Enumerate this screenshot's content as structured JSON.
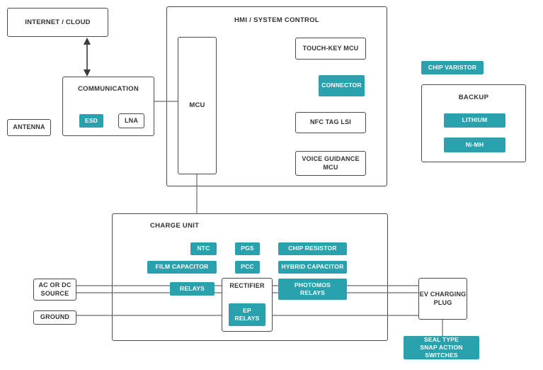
{
  "colors": {
    "teal": "#2AA2AE",
    "box_border": "#4a4a4a",
    "connector_line": "#6b6b6b",
    "text": "#333333"
  },
  "labels": {
    "internet_cloud": "INTERNET / CLOUD",
    "communication": "COMMUNICATION",
    "esd": "ESD",
    "lna": "LNA",
    "antenna": "ANTENNA",
    "hmi_system_control": "HMI / SYSTEM CONTROL",
    "mcu": "MCU",
    "touch_key_mcu": "TOUCH-KEY MCU",
    "connector": "CONNECTOR",
    "nfc_tag_lsi": "NFC TAG LSI",
    "voice_guidance_mcu": "VOICE GUIDANCE\nMCU",
    "chip_varistor": "CHIP VARISTOR",
    "backup": "BACKUP",
    "lithium": "LITHIUM",
    "ni_mh": "Ni-MH",
    "charge_unit": "CHARGE UNIT",
    "ntc": "NTC",
    "pgs": "PGS",
    "chip_resistor": "CHIP RESISTOR",
    "film_capacitor": "FILM CAPACITOR",
    "pcc": "PCC",
    "hybrid_capacitor": "HYBRID CAPACITOR",
    "relays": "RELAYS",
    "rectifier": "RECTIFIER",
    "ep_relays": "EP\nRELAYS",
    "photomos_relays": "PHOTOMOS\nRELAYS",
    "ac_or_dc_source": "AC OR DC\nSOURCE",
    "ground": "GROUND",
    "ev_charging_plug": "EV CHARGING\nPLUG",
    "seal_type_snap_action_switches": "SEAL TYPE\nSNAP ACTION SWITCHES"
  }
}
